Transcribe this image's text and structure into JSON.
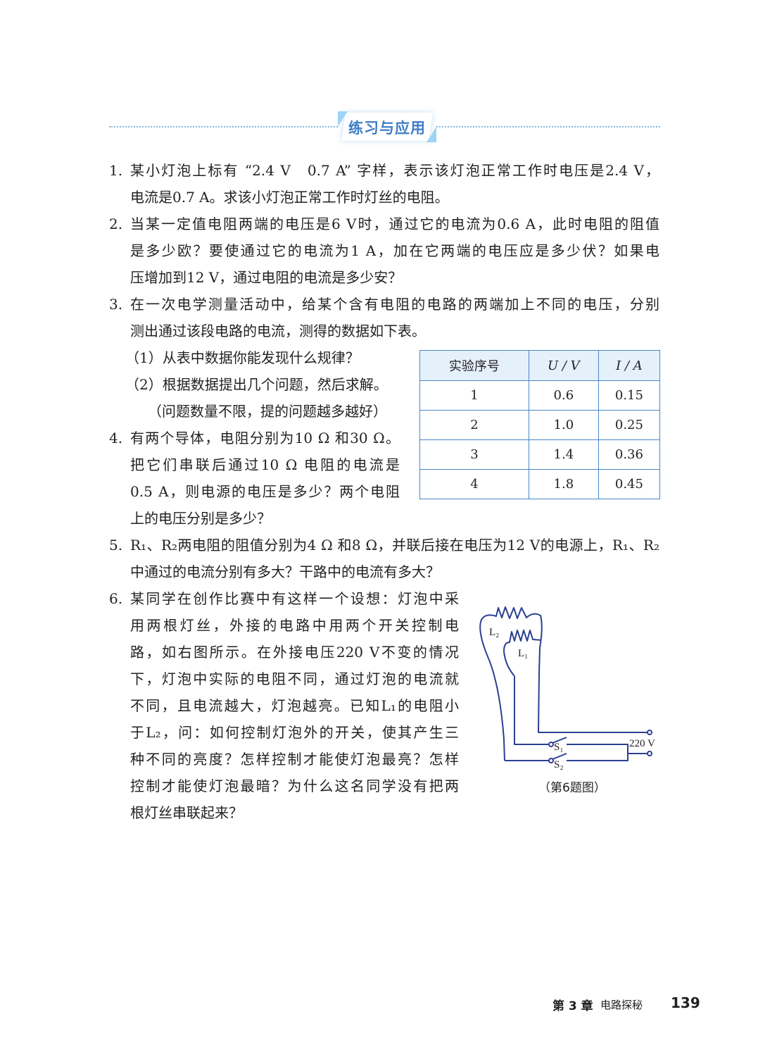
{
  "section_title": "练习与应用",
  "problems": [
    {
      "num": "1.",
      "lines": [
        "某小灯泡上标有 “2.4 V　0.7 A” 字样，表示该灯泡正常工作时电压是2.4 V，",
        "电流是0.7 A。求该小灯泡正常工作时灯丝的电阻。"
      ]
    },
    {
      "num": "2.",
      "lines": [
        "当某一定值电阻两端的电压是6 V时，通过它的电流为0.6 A，此时电阻的阻值",
        "是多少欧？要使通过它的电流为1 A，加在它两端的电压应是多少伏？如果电",
        "压增加到12 V，通过电阻的电流是多少安？"
      ]
    },
    {
      "num": "3.",
      "lines": [
        "在一次电学测量活动中，给某个含有电阻的电路的两端加上不同的电压，分别",
        "测出通过该段电路的电流，测得的数据如下表。"
      ],
      "sub": [
        "（1）从表中数据你能发现什么规律？",
        "（2）根据数据提出几个问题，然后求解。",
        "（问题数量不限，提的问题越多越好）"
      ]
    },
    {
      "num": "4.",
      "lines": [
        "有两个导体，电阻分别为10 Ω 和30 Ω。",
        "把它们串联后通过10 Ω 电阻的电流是",
        "0.5 A，则电源的电压是多少？两个电阻",
        "上的电压分别是多少？"
      ]
    },
    {
      "num": "5.",
      "lines": [
        "R₁、R₂两电阻的阻值分别为4 Ω 和8 Ω，并联后接在电压为12 V的电源上，R₁、R₂",
        "中通过的电流分别有多大？干路中的电流有多大？"
      ]
    },
    {
      "num": "6.",
      "lines": [
        "某同学在创作比赛中有这样一个设想：灯泡中采",
        "用两根灯丝，外接的电路中用两个开关控制电",
        "路，如右图所示。在外接电压220 V不变的情况",
        "下，灯泡中实际的电阻不同，通过灯泡的电流就",
        "不同，且电流越大，灯泡越亮。已知L₁的电阻小",
        "于L₂，问：如何控制灯泡外的开关，使其产生三",
        "种不同的亮度？怎样控制才能使灯泡最亮？怎样",
        "控制才能使灯泡最暗？为什么这名同学没有把两",
        "根灯丝串联起来？"
      ]
    }
  ],
  "table": {
    "headers": [
      "实验序号",
      "U / V",
      "I / A"
    ],
    "rows": [
      [
        "1",
        "0.6",
        "0.15"
      ],
      [
        "2",
        "1.0",
        "0.25"
      ],
      [
        "3",
        "1.4",
        "0.36"
      ],
      [
        "4",
        "1.8",
        "0.45"
      ]
    ]
  },
  "figure": {
    "labels": {
      "l2": "L₂",
      "l1": "L₁",
      "s1": "S₁",
      "s2": "S₂",
      "voltage": "220 V"
    },
    "caption": "（第6题图）"
  },
  "footer": {
    "chapter": "第 3 章",
    "chapter_title": "电路探秘",
    "page": "139"
  },
  "colors": {
    "accent": "#3e7ec4",
    "wire": "#2b3f93"
  }
}
